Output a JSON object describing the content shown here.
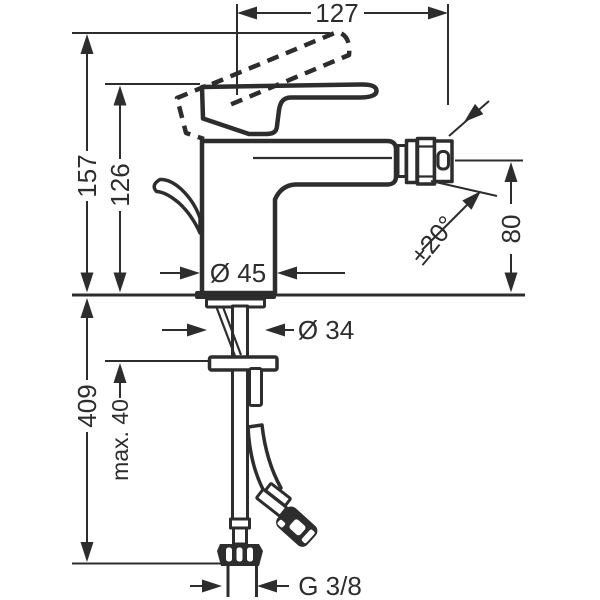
{
  "drawing": {
    "kind": "technical dimension drawing",
    "view": "side elevation of a single-lever basin/bidet mixer with mounting shank and flexible hose"
  },
  "dimensions": {
    "width_top": "127",
    "height_overall": "157",
    "height_body": "126",
    "spout_height": "80",
    "swivel_angle": "±20°",
    "base_diameter": "Ø 45",
    "shank_diameter": "Ø 34",
    "below_deck_length": "409",
    "max_mounting_thickness": "max. 40",
    "connection_thread": "G 3/8"
  },
  "colors": {
    "line": "#2d2d2d",
    "background": "#ffffff"
  }
}
